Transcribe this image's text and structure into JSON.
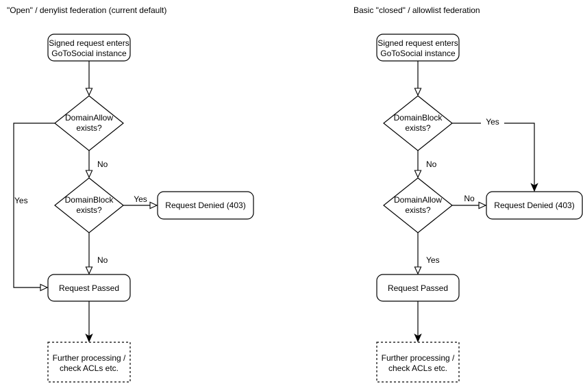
{
  "colors": {
    "stroke": "#000000",
    "node_fill": "#ffffff",
    "text": "#000000",
    "background": "#ffffff"
  },
  "charts": {
    "left": {
      "title": "\"Open\" / denylist federation (current default)",
      "start_line1": "Signed request enters",
      "start_line2": "GoToSocial instance",
      "decision1_line1": "DomainAllow",
      "decision1_line2": "exists?",
      "decision1_yes_label": "Yes",
      "decision1_no_label": "No",
      "decision2_line1": "DomainBlock",
      "decision2_line2": "exists?",
      "decision2_yes_label": "Yes",
      "decision2_no_label": "No",
      "denied_label": "Request Denied (403)",
      "passed_label": "Request Passed",
      "further_line1": "Further processing /",
      "further_line2": "check ACLs etc."
    },
    "right": {
      "title": "Basic \"closed\" / allowlist federation",
      "start_line1": "Signed request enters",
      "start_line2": "GoToSocial instance",
      "decision1_line1": "DomainBlock",
      "decision1_line2": "exists?",
      "decision1_yes_label": "Yes",
      "decision1_no_label": "No",
      "decision2_line1": "DomainAllow",
      "decision2_line2": "exists?",
      "decision2_yes_label": "Yes",
      "decision2_no_label": "No",
      "denied_label": "Request Denied (403)",
      "passed_label": "Request Passed",
      "further_line1": "Further processing /",
      "further_line2": "check ACLs etc."
    }
  }
}
